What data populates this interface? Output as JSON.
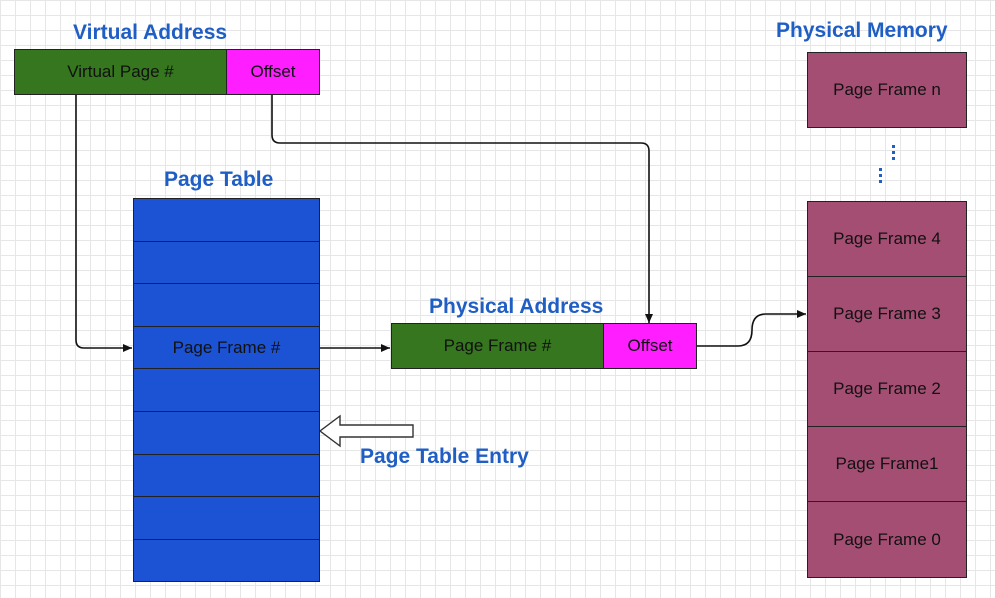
{
  "virtual_address": {
    "title": "Virtual Address",
    "page_field": "Virtual Page #",
    "offset_field": "Offset"
  },
  "page_table": {
    "title": "Page Table",
    "rows": [
      "",
      "",
      "",
      "Page Frame #",
      "",
      "",
      "",
      "",
      ""
    ],
    "entry_label": "Page Table Entry"
  },
  "physical_address": {
    "title": "Physical Address",
    "frame_field": "Page Frame #",
    "offset_field": "Offset"
  },
  "physical_memory": {
    "title": "Physical Memory",
    "top_frame": "Page Frame n",
    "frames": [
      "Page Frame 4",
      "Page Frame 3",
      "Page Frame 2",
      "Page Frame1",
      "Page Frame 0"
    ]
  },
  "colors": {
    "title_blue": "#1f5ec4",
    "field_green": "#35761e",
    "offset_magenta": "#ff1eff",
    "table_blue": "#1c52d4",
    "frame_purple": "#a44e74"
  }
}
